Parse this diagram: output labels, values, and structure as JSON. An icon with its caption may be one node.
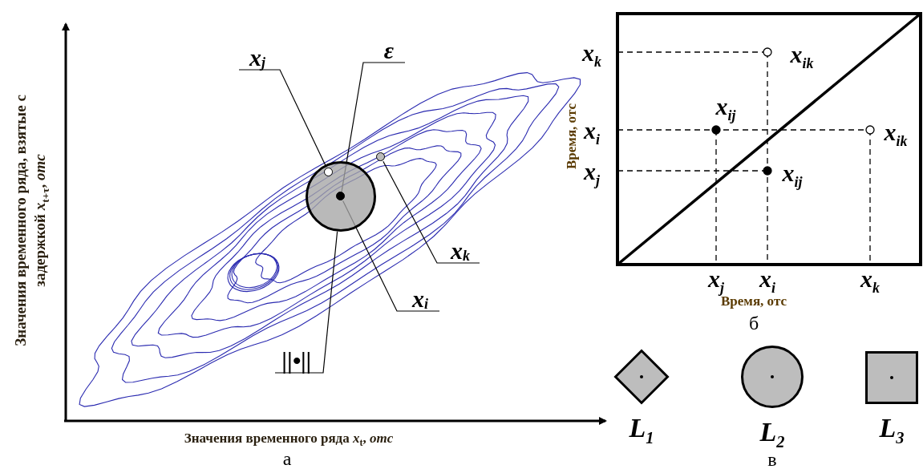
{
  "diagram": {
    "nodes": [
      {
        "text": [
          "x$_{j}$"
        ]
      },
      {
        "text": [
          "ε"
        ]
      },
      {
        "text": [
          "x$_{k}$"
        ]
      },
      {
        "text": [
          "x$_{i}$"
        ]
      },
      {
        "text": [
          "||•||"
        ]
      },
      {
        "text": [],
        "shape": "circle"
      },
      {
        "text": [],
        "shape": "circle",
        "in": 5
      },
      {
        "text": [],
        "shape": "circle",
        "in": 5
      },
      {
        "text": [],
        "shape": "circle"
      },
      {
        "text": [],
        "shape": "diamond",
        "beside": [
          "L$_{1}$"
        ]
      },
      {
        "text": [],
        "shape": "circle",
        "beside": [
          "L$_{2}$"
        ]
      },
      {
        "text": [],
        "shape": "box",
        "beside": [
          "L$_{3}$"
        ]
      }
    ],
    "edges": [
      {
        "from": 0,
        "to": 6,
        "arrow": "none"
      },
      {
        "from": 1,
        "to": 7,
        "arrow": "none"
      },
      {
        "from": 2,
        "to": 8,
        "arrow": "none"
      },
      {
        "from": 3,
        "to": 7,
        "arrow": "none"
      },
      {
        "from": 4,
        "to": 5,
        "arrow": "none"
      }
    ],
    "labels": [
      "Значения временного ряда, взятые с задержкой *x*$_{t+τ}$, *отс*",
      "Значения временного ряда *x*$_{t}$, *отс*",
      "а",
      "Время, отс",
      "x$_{k}$",
      "x$_{ik}$",
      "x$_{ij}$",
      "x$_{i}$",
      "x$_{ik}$",
      "x$_{j}$",
      "x$_{ij}$",
      "x$_{j}$",
      "x$_{i}$",
      "x$_{k}$",
      "Время, отс",
      "б",
      "в"
    ]
  }
}
